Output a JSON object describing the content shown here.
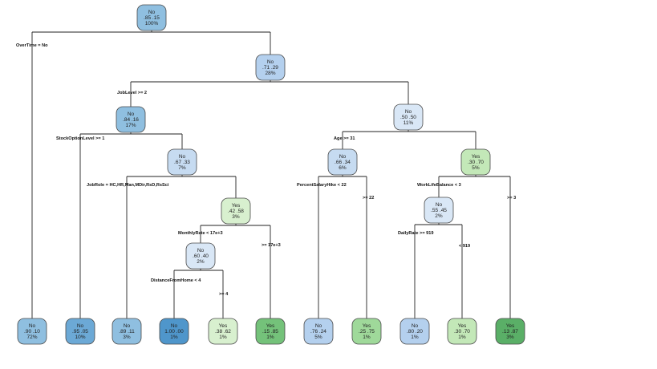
{
  "colors": {
    "no_1": "#d9e7f6",
    "no_2": "#c6dbf1",
    "no_3": "#b4d0ee",
    "no_4": "#8fbfe0",
    "no_5": "#6ca9d6",
    "no_6": "#4f96cb",
    "yes_1": "#d8f0cf",
    "yes_2": "#c3e8b8",
    "yes_3": "#9fd99a",
    "yes_4": "#74c27a",
    "yes_5": "#5aaf67"
  },
  "nodes": [
    {
      "id": "n1",
      "cls": "No",
      "probs": ".85  .15",
      "pct": "100%",
      "shade": "no_4"
    },
    {
      "id": "n3",
      "cls": "No",
      "probs": ".71  .29",
      "pct": "28%",
      "shade": "no_3"
    },
    {
      "id": "n6",
      "cls": "No",
      "probs": ".84  .16",
      "pct": "17%",
      "shade": "no_4"
    },
    {
      "id": "n13",
      "cls": "No",
      "probs": ".67  .33",
      "pct": "7%",
      "shade": "no_2"
    },
    {
      "id": "n27",
      "cls": "Yes",
      "probs": ".42  .58",
      "pct": "3%",
      "shade": "yes_1"
    },
    {
      "id": "n54",
      "cls": "No",
      "probs": ".60  .40",
      "pct": "2%",
      "shade": "no_1"
    },
    {
      "id": "n7",
      "cls": "No",
      "probs": ".50  .50",
      "pct": "11%",
      "shade": "no_1"
    },
    {
      "id": "n14",
      "cls": "No",
      "probs": ".66  .34",
      "pct": "6%",
      "shade": "no_2"
    },
    {
      "id": "n15",
      "cls": "Yes",
      "probs": ".30  .70",
      "pct": "5%",
      "shade": "yes_2"
    },
    {
      "id": "n30",
      "cls": "No",
      "probs": ".55  .45",
      "pct": "2%",
      "shade": "no_1"
    },
    {
      "id": "l1",
      "cls": "No",
      "probs": ".90  .10",
      "pct": "72%",
      "shade": "no_4"
    },
    {
      "id": "l2",
      "cls": "No",
      "probs": ".95  .05",
      "pct": "10%",
      "shade": "no_5"
    },
    {
      "id": "l3",
      "cls": "No",
      "probs": ".89  .11",
      "pct": "3%",
      "shade": "no_4"
    },
    {
      "id": "l4",
      "cls": "No",
      "probs": "1.00  .00",
      "pct": "1%",
      "shade": "no_6"
    },
    {
      "id": "l5",
      "cls": "Yes",
      "probs": ".38  .62",
      "pct": "1%",
      "shade": "yes_1"
    },
    {
      "id": "l6",
      "cls": "Yes",
      "probs": ".15  .85",
      "pct": "1%",
      "shade": "yes_4"
    },
    {
      "id": "l7",
      "cls": "No",
      "probs": ".76  .24",
      "pct": "5%",
      "shade": "no_3"
    },
    {
      "id": "l8",
      "cls": "Yes",
      "probs": ".25  .75",
      "pct": "1%",
      "shade": "yes_3"
    },
    {
      "id": "l9",
      "cls": "No",
      "probs": ".80  .20",
      "pct": "1%",
      "shade": "no_3"
    },
    {
      "id": "l10",
      "cls": "Yes",
      "probs": ".30  .70",
      "pct": "1%",
      "shade": "yes_2"
    },
    {
      "id": "l11",
      "cls": "Yes",
      "probs": ".13  .87",
      "pct": "3%",
      "shade": "yes_5"
    }
  ],
  "splits": [
    {
      "id": "s1",
      "text": "OverTime = No"
    },
    {
      "id": "s2",
      "text": "JobLevel >= 2"
    },
    {
      "id": "s3",
      "text": "StockOptionLevel >= 1"
    },
    {
      "id": "s4",
      "text": "JobRole = HC,HR,Man,MDir,RsD,RsSci"
    },
    {
      "id": "s5",
      "text": "MonthlyRate < 17e+3"
    },
    {
      "id": "s6",
      "text": "DistanceFromHome < 4"
    },
    {
      "id": "s7",
      "text": ">= 4"
    },
    {
      "id": "s8",
      "text": ">= 17e+3"
    },
    {
      "id": "s9",
      "text": "Age >= 31"
    },
    {
      "id": "s10",
      "text": "PercentSalaryHike < 22"
    },
    {
      "id": "s11",
      "text": ">= 22"
    },
    {
      "id": "s12",
      "text": "WorkLifeBalance < 3"
    },
    {
      "id": "s13",
      "text": "DailyRate >= 919"
    },
    {
      "id": "s14",
      "text": "< 919"
    },
    {
      "id": "s15",
      "text": ">= 3"
    }
  ]
}
